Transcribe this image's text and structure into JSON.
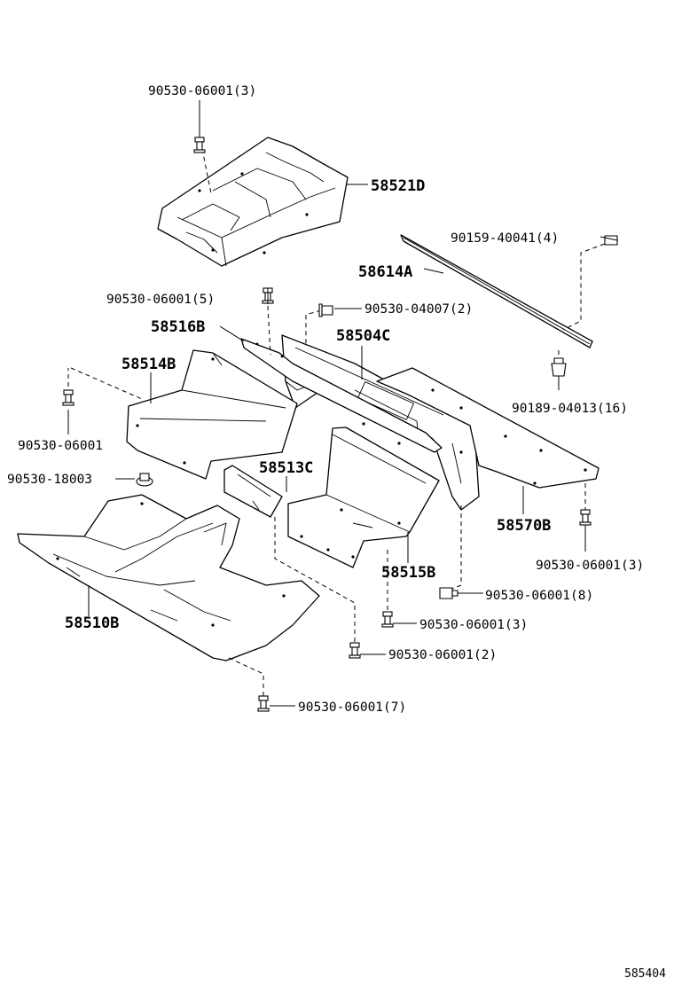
{
  "labels": {
    "p58521d": "58521D",
    "p58614a": "58614A",
    "p58516b": "58516B",
    "p58504c": "58504C",
    "p58514b": "58514B",
    "p58513c": "58513C",
    "p58570b": "58570B",
    "p58515b": "58515B",
    "p58510b": "58510B",
    "f_top": "90530-06001(3)",
    "f_90159": "90159-40041(4)",
    "f_mid5": "90530-06001(5)",
    "f_04007": "90530-04007(2)",
    "f_04013": "90189-04013(16)",
    "f_left": "90530-06001",
    "f_18003": "90530-18003",
    "f_right3": "90530-06001(3)",
    "f_8": "90530-06001(8)",
    "f_c3": "90530-06001(3)",
    "f_c2": "90530-06001(2)",
    "f_7": "90530-06001(7)"
  },
  "figure_id": "585404"
}
